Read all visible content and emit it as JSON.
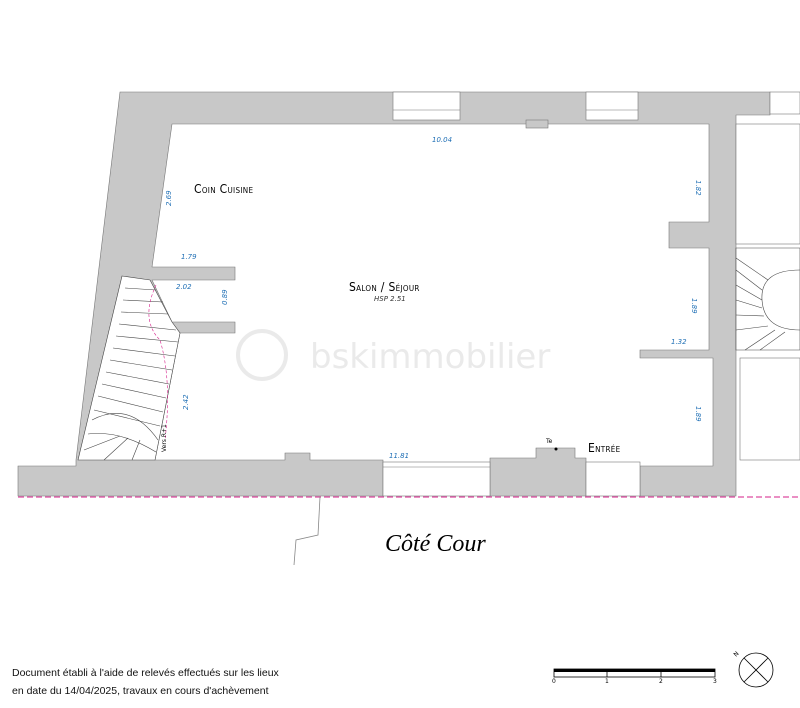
{
  "rooms": {
    "kitchen": "Coin Cuisine",
    "living": "Salon / Séjour",
    "living_hsp": "HSP 2.51",
    "entry": "Entrée"
  },
  "dimensions": {
    "top_width": "10.04",
    "bottom_width": "11.81",
    "kitchen_height": "2.69",
    "kitchen_width": "1.79",
    "stair_a": "2.02",
    "stair_b": "0.89",
    "stair_left": "2.42",
    "right_top": "1.82",
    "right_mid": "1.89",
    "right_bottom": "1.89",
    "entry_depth": "1.32"
  },
  "labels": {
    "stairs_to_r1": "Vers R+1",
    "te": "Te",
    "courtyard": "Côté Cour",
    "watermark": "bskimmobilier"
  },
  "scale": {
    "ticks": [
      "0",
      "1",
      "2",
      "3"
    ]
  },
  "compass": {
    "north": "N"
  },
  "footer": {
    "line1": "Document établi à l'aide de relevés effectués sur les lieux",
    "line2": "en date du 14/04/2025, travaux en cours d'achèvement"
  },
  "colors": {
    "wall": "#c8c8c8",
    "dimension": "#1f6fb5",
    "boundary": "#d61f8a"
  }
}
